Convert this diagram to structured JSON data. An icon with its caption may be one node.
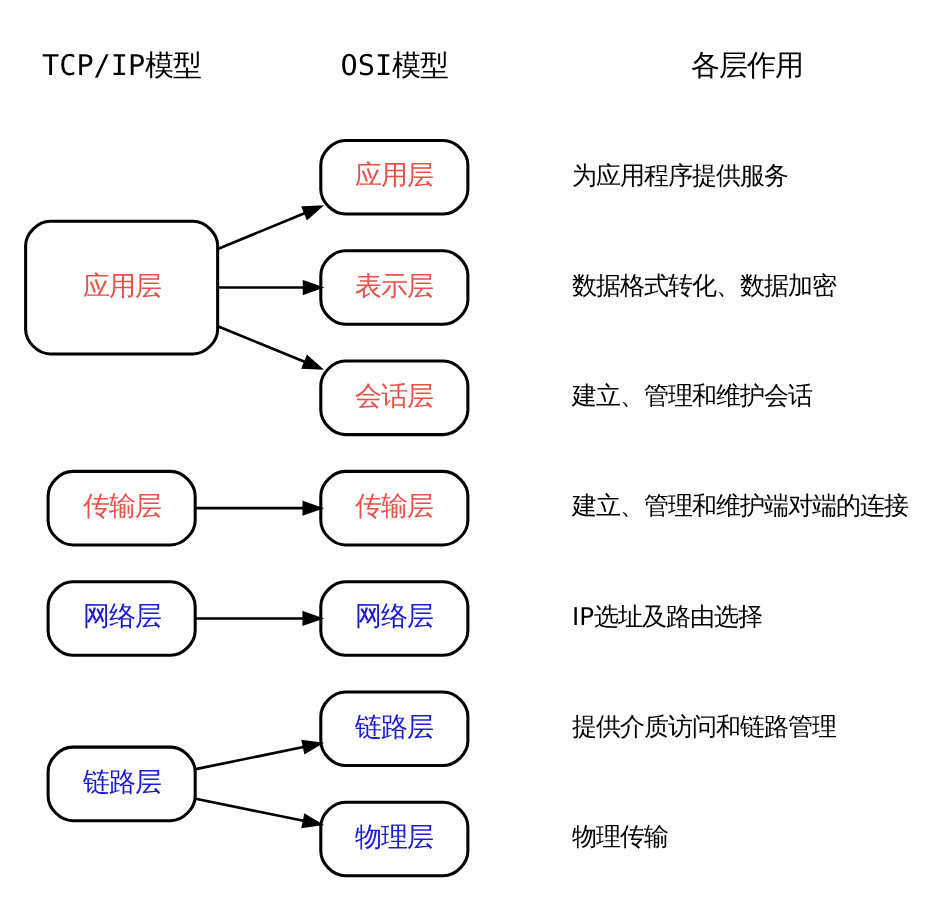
{
  "diagram": {
    "nodes": [
      {
        "text": [
          "应用层"
        ]
      },
      {
        "text": [
          "传输层"
        ]
      },
      {
        "text": [
          "网络层"
        ]
      },
      {
        "text": [
          "链路层"
        ]
      },
      {
        "text": [
          "应用层"
        ]
      },
      {
        "text": [
          "表示层"
        ]
      },
      {
        "text": [
          "会话层"
        ]
      },
      {
        "text": [
          "传输层"
        ]
      },
      {
        "text": [
          "网络层"
        ]
      },
      {
        "text": [
          "链路层"
        ]
      },
      {
        "text": [
          "物理层"
        ]
      }
    ],
    "edges": [
      {
        "from": 0,
        "to": 4,
        "arrow": "to"
      },
      {
        "from": 0,
        "to": 5,
        "arrow": "to"
      },
      {
        "from": 0,
        "to": 6,
        "arrow": "to"
      },
      {
        "from": 1,
        "to": 7,
        "arrow": "to"
      },
      {
        "from": 2,
        "to": 8,
        "arrow": "to"
      },
      {
        "from": 3,
        "to": 9,
        "arrow": "to"
      },
      {
        "from": 3,
        "to": 10,
        "arrow": "to"
      }
    ],
    "labels": [
      "TCP/IP模型",
      "OSI模型",
      "各层作用",
      "为应用程序提供服务",
      "数据格式转化、数据加密",
      "建立、管理和维护会话",
      "建立、管理和维护端对端的连接",
      "IP选址及路由选择",
      "提供介质访问和链路管理",
      "物理传输"
    ]
  }
}
